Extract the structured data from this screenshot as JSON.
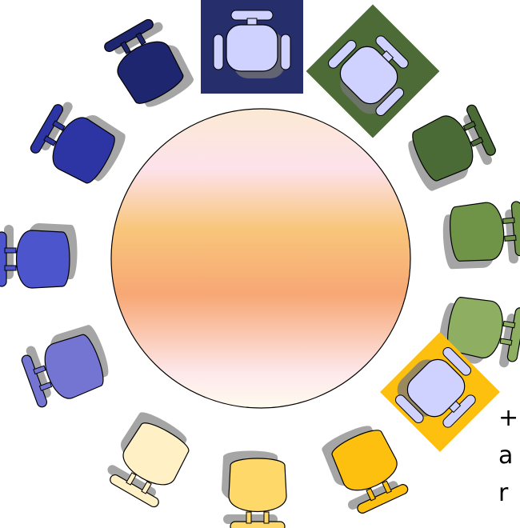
{
  "diagram": {
    "table": {
      "kind": "round-table",
      "gradient": [
        "#fbe9d3",
        "#fde2ec",
        "#f8c67b",
        "#f7a774",
        "#fde7ea",
        "#fffbee"
      ]
    },
    "chairs": [
      {
        "name": "chair-top",
        "color": "#1f2a78",
        "backdrop": "#262e6b",
        "seat_color": "#cfd2ff"
      },
      {
        "name": "chair-top-right",
        "color": "#4d6b36",
        "backdrop": "#4d6b36",
        "seat_color": "#cfd2ff"
      },
      {
        "name": "chair-right-upper",
        "color": "#4a6b35"
      },
      {
        "name": "chair-right-mid",
        "color": "#6f9347"
      },
      {
        "name": "chair-right-lower",
        "color": "#8eaf61"
      },
      {
        "name": "chair-bottom-right",
        "color": "#cfd2ff",
        "backdrop": "#fdc00f",
        "seat_color": "#cfd2ff"
      },
      {
        "name": "chair-bottom-mid-right",
        "color": "#fdc00f"
      },
      {
        "name": "chair-bottom",
        "color": "#ffd86a"
      },
      {
        "name": "chair-bottom-left",
        "color": "#fff0c6"
      },
      {
        "name": "chair-left-lower",
        "color": "#7475d3"
      },
      {
        "name": "chair-left-mid",
        "color": "#4d55cc"
      },
      {
        "name": "chair-left-upper",
        "color": "#2c35a3"
      },
      {
        "name": "chair-top-left",
        "color": "#1f2670"
      }
    ]
  },
  "caption": {
    "lines": [
      "+",
      "a",
      "r"
    ]
  }
}
